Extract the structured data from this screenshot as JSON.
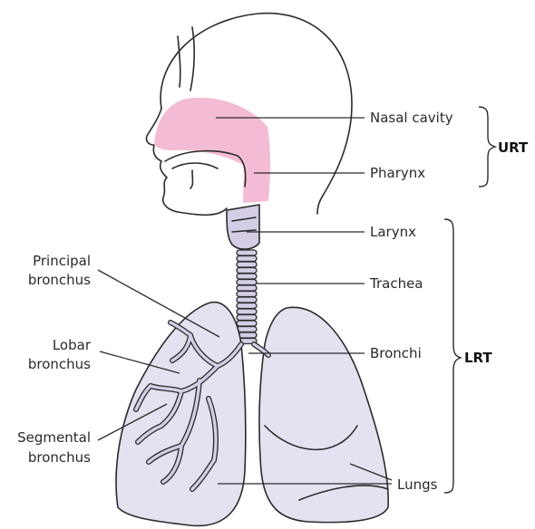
{
  "labels": {
    "nasal_cavity": "Nasal cavity",
    "pharynx": "Pharynx",
    "larynx": "Larynx",
    "trachea": "Trachea",
    "bronchi": "Bronchi",
    "lungs": "Lungs",
    "principal_bronchus_line1": "Principal",
    "principal_bronchus_line2": "bronchus",
    "lobar_bronchus_line1": "Lobar",
    "lobar_bronchus_line2": "bronchus",
    "segmental_bronchus_line1": "Segmental",
    "segmental_bronchus_line2": "bronchus"
  },
  "groups": {
    "upper": "URT",
    "lower": "LRT"
  },
  "colors": {
    "airway_pink": "#f4bcd4",
    "lung_fill": "#e6e1f0",
    "airway_lavender": "#d5cde6",
    "outline": "#2b2b2b"
  }
}
